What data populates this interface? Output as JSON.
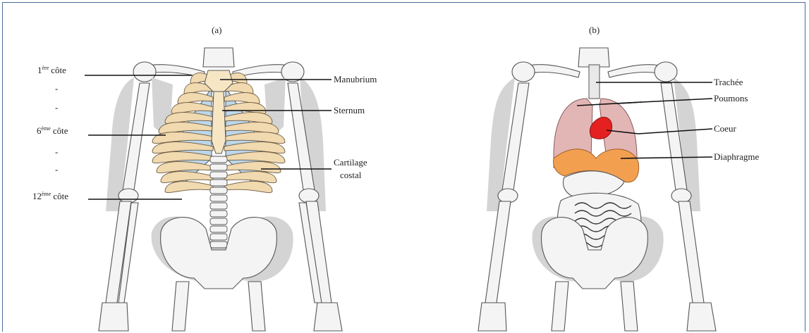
{
  "panel_a": {
    "caption": "(a)",
    "labels": {
      "rib1_num": "1",
      "rib1_sup": "ère",
      "rib1_txt": "côte",
      "rib6_num": "6",
      "rib6_sup": "ème",
      "rib6_txt": "côte",
      "rib12_num": "12",
      "rib12_sup": "ème",
      "rib12_txt": "côte",
      "manubrium": "Manubrium",
      "sternum": "Sternum",
      "cartilage_1": "Cartilage",
      "cartilage_2": "costal",
      "dot": "-"
    }
  },
  "panel_b": {
    "caption": "(b)",
    "labels": {
      "trachee": "Trachée",
      "poumons": "Poumons",
      "coeur": "Coeur",
      "diaphragme": "Diaphragme"
    }
  },
  "colors": {
    "rib": "#f1d9b0",
    "cartilage": "#bcd6ea",
    "lung": "#e3b6b6",
    "heart": "#e52020",
    "diaphragm": "#f2a050",
    "frame": "#4a6b9a"
  }
}
